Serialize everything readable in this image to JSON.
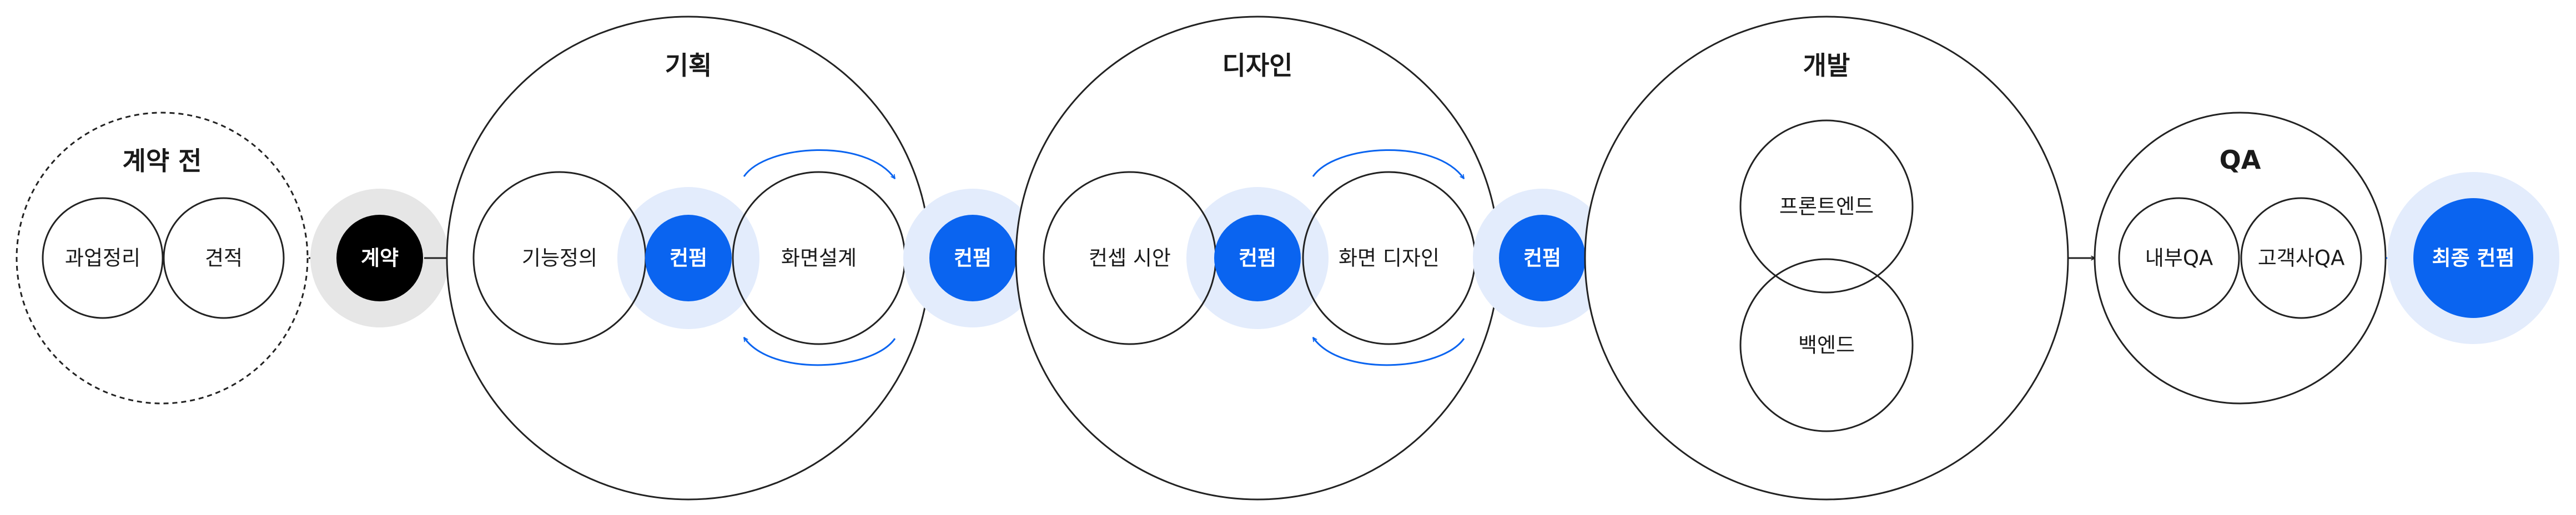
{
  "stages": {
    "pre_contract": {
      "title": "계약 전",
      "items": [
        "과업정리",
        "견적"
      ]
    },
    "contract": {
      "label": "계약"
    },
    "planning": {
      "title": "기획",
      "items": [
        "기능정의",
        "화면설계"
      ],
      "confirm": "컨펌"
    },
    "confirm_1": {
      "label": "컨펌"
    },
    "design": {
      "title": "디자인",
      "items": [
        "컨셉 시안",
        "화면 디자인"
      ],
      "confirm": "컨펌"
    },
    "confirm_2": {
      "label": "컨펌"
    },
    "development": {
      "title": "개발",
      "items": [
        "프론트엔드",
        "백엔드"
      ]
    },
    "qa": {
      "title": "QA",
      "items": [
        "내부QA",
        "고객사QA"
      ]
    },
    "final": {
      "label": "최종 컨펌"
    }
  },
  "colors": {
    "accent": "#0a64f0",
    "accent_halo": "#e3ecfc",
    "contract": "#000000",
    "contract_halo": "#e6e6e6"
  }
}
